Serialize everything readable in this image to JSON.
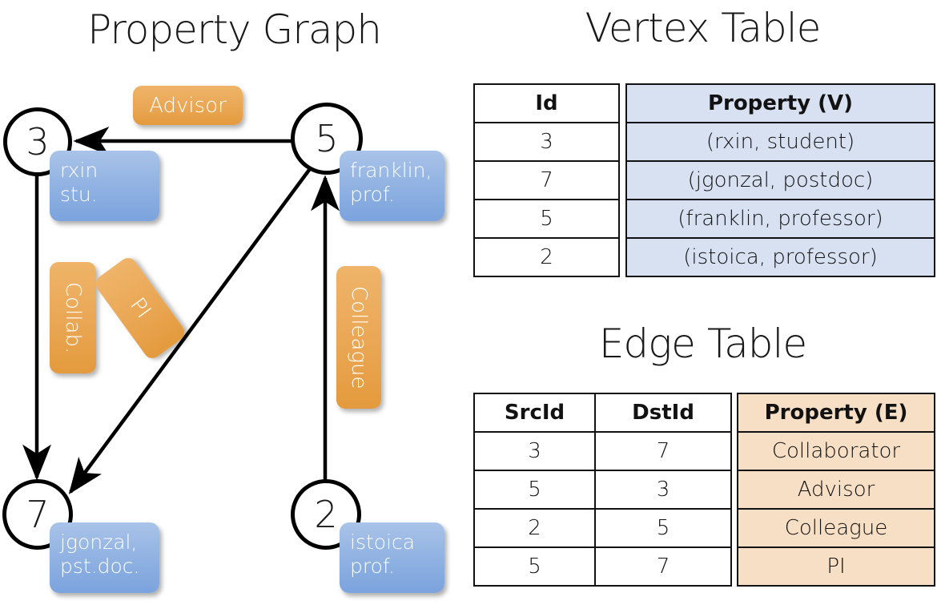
{
  "graph": {
    "title": "Property Graph",
    "nodes": [
      {
        "id": "3",
        "label": "node-3"
      },
      {
        "id": "5",
        "label": "node-5"
      },
      {
        "id": "7",
        "label": "node-7"
      },
      {
        "id": "2",
        "label": "node-2"
      }
    ],
    "vertex_properties": [
      {
        "line1": "rxin",
        "line2": "stu."
      },
      {
        "line1": "franklin,",
        "line2": "prof."
      },
      {
        "line1": "jgonzal,",
        "line2": "pst.doc."
      },
      {
        "line1": "istoica",
        "line2": "prof."
      }
    ],
    "edge_labels": [
      {
        "name": "advisor-tag",
        "text": "Advisor",
        "orientation": "horizontal"
      },
      {
        "name": "collab-tag",
        "text": "Collab.",
        "orientation": "vertical"
      },
      {
        "name": "pi-tag",
        "text": "PI",
        "orientation": "diagonal"
      },
      {
        "name": "colleague-tag",
        "text": "Colleague",
        "orientation": "vertical"
      }
    ],
    "edges": [
      {
        "from": "5",
        "to": "3",
        "label": "Advisor"
      },
      {
        "from": "3",
        "to": "7",
        "label": "Collab."
      },
      {
        "from": "5",
        "to": "7",
        "label": "PI"
      },
      {
        "from": "2",
        "to": "5",
        "label": "Colleague"
      }
    ]
  },
  "vertex_table": {
    "title": "Vertex Table",
    "headers": [
      "Id",
      "Property (V)"
    ],
    "rows": [
      {
        "id": "3",
        "property": "(rxin, student)"
      },
      {
        "id": "7",
        "property": "(jgonzal, postdoc)"
      },
      {
        "id": "5",
        "property": "(franklin, professor)"
      },
      {
        "id": "2",
        "property": "(istoica, professor)"
      }
    ]
  },
  "edge_table": {
    "title": "Edge Table",
    "headers": [
      "SrcId",
      "DstId",
      "Property (E)"
    ],
    "rows": [
      {
        "src": "3",
        "dst": "7",
        "property": "Collaborator"
      },
      {
        "src": "5",
        "dst": "3",
        "property": "Advisor"
      },
      {
        "src": "2",
        "dst": "5",
        "property": "Colleague"
      },
      {
        "src": "5",
        "dst": "7",
        "property": "PI"
      }
    ]
  },
  "colors": {
    "vertex_property_fill": "#d7e1f2",
    "edge_property_fill": "#f6dfc4",
    "node_box_blue": "#8cb0e2",
    "edge_tag_orange": "#eaa856",
    "stroke": "#121212"
  }
}
